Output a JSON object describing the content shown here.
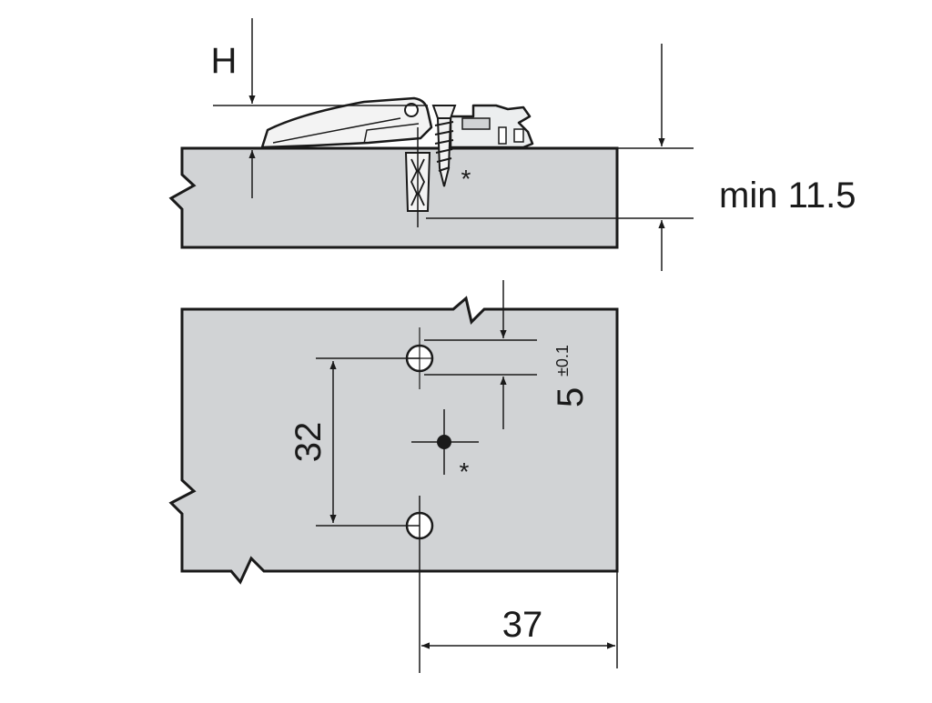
{
  "colors": {
    "panel_fill": "#d1d3d5",
    "line": "#1a1a1a",
    "background": "#ffffff",
    "plate_fill": "#eceeef",
    "hinge_fill": "#f3f3f3"
  },
  "labels": {
    "height": "H",
    "min_thickness": "min 11.5",
    "star_side": "*",
    "star_top": "*",
    "spacing_vertical": "32",
    "offset_value": "5",
    "offset_tolerance": "±0.1",
    "edge_distance": "37"
  }
}
